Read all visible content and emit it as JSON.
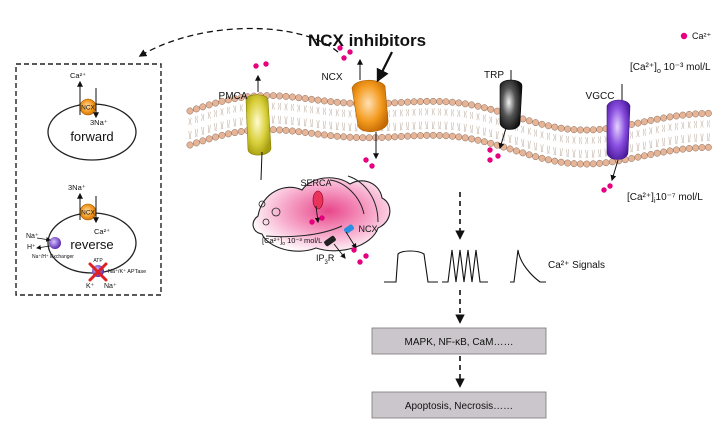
{
  "title": "NCX inhibitors",
  "legend": {
    "ion": "Ca²⁺"
  },
  "concentrations": {
    "outside_main": "[Ca²⁺]",
    "outside_sub": "o",
    "outside_tail": " 10⁻³ mol/L",
    "inside_main": "[Ca²⁺]",
    "inside_sub": "i",
    "inside_tail": "10⁻⁷ mol/L",
    "er_main": "[Ca²⁺]",
    "er_sub": "o",
    "er_tail": " 10⁻³ mol/L"
  },
  "membrane_proteins": {
    "pmca": "PMCA",
    "ncx": "NCX",
    "trp": "TRP",
    "vgcc": "VGCC"
  },
  "er": {
    "serca": "SERCA",
    "ncx": "NCX",
    "ip3r": "IP",
    "ip3r_sub": "3",
    "ip3r_tail": "R"
  },
  "inset": {
    "forward": {
      "label": "forward",
      "ca": "Ca²⁺",
      "na": "3Na⁺",
      "exchanger": "NCX"
    },
    "reverse": {
      "label": "reverse",
      "na": "3Na⁺",
      "ca": "Ca²⁺",
      "exchanger": "NCX",
      "na_in": "Na⁺",
      "h_out": "H⁺",
      "nhe": "Na⁺/H⁺ Exchanger",
      "atp": "ATP",
      "nka": "Na⁺/K⁺ APTase",
      "k": "K⁺",
      "na_out": "Na⁺"
    }
  },
  "signals": {
    "label": "Ca²⁺ Signals"
  },
  "pathway": {
    "box1": "MAPK, NF-κB, CaM……",
    "box2": "Apoptosis,  Necrosis……"
  },
  "colors": {
    "ion_dot": "#e6007e",
    "pmca": "#cfc722",
    "ncx": "#f39a1e",
    "trp": "#222222",
    "vgcc": "#7a3fcf",
    "serca": "#e8335a",
    "er_pink": "#f4a6c6",
    "membrane_head": "#e6b497",
    "box_fill": "#c9c4c9"
  }
}
